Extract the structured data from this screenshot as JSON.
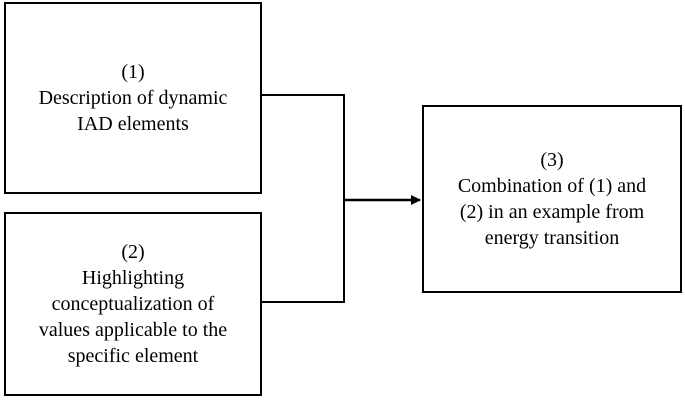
{
  "boxes": {
    "box1": {
      "number": "(1)",
      "lines": [
        "Description of dynamic",
        "IAD elements"
      ]
    },
    "box2": {
      "number": "(2)",
      "lines": [
        "Highlighting",
        "conceptualization of",
        "values applicable to the",
        "specific element"
      ]
    },
    "box3": {
      "number": "(3)",
      "lines": [
        "Combination of (1) and",
        "(2) in an example from",
        "energy transition"
      ]
    }
  }
}
